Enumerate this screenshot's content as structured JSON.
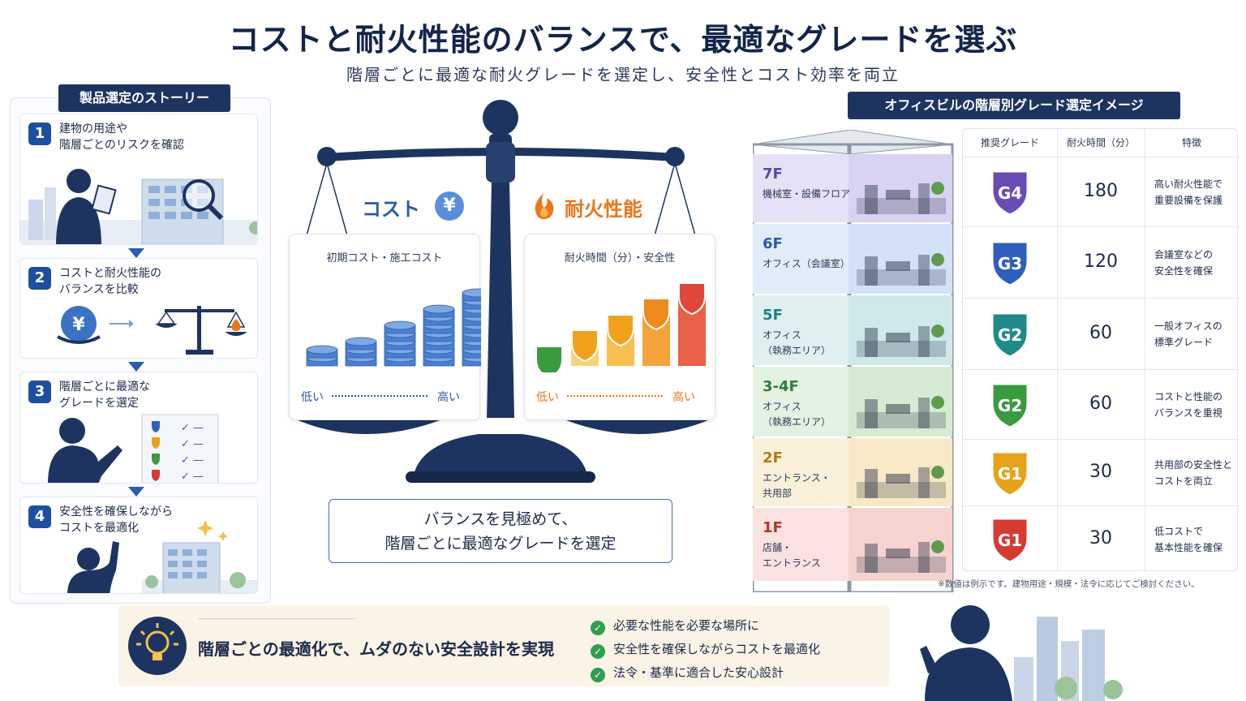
{
  "header": {
    "title": "コストと耐火性能のバランスで、最適なグレードを選ぶ",
    "subtitle": "階層ごとに最適な耐火グレードを選定し、安全性とコスト効率を両立"
  },
  "story": {
    "title": "製品選定のストーリー",
    "steps": [
      {
        "num": "1",
        "line1": "建物の用途や",
        "line2": "階層ごとのリスクを確認"
      },
      {
        "num": "2",
        "line1": "コストと耐火性能の",
        "line2": "バランスを比較"
      },
      {
        "num": "3",
        "line1": "階層ごとに最適な",
        "line2": "グレードを選定"
      },
      {
        "num": "4",
        "line1": "安全性を確保しながら",
        "line2": "コストを最適化"
      }
    ],
    "yen_symbol": "¥"
  },
  "scale": {
    "cost_label": "コスト",
    "cost_symbol": "¥",
    "fire_label": "耐火性能",
    "cost_card": {
      "title": "初期コスト・施工コスト",
      "low": "低い",
      "high": "高い",
      "stacks": [
        2,
        3,
        5,
        7,
        9
      ]
    },
    "fire_card": {
      "title": "耐火時間（分）・安全性",
      "low": "低い",
      "high": "高い",
      "levels": [
        0.2,
        0.35,
        0.5,
        0.65,
        0.8
      ]
    },
    "message_line1": "バランスを見極めて、",
    "message_line2": "階層ごとに最適なグレードを選定"
  },
  "building": {
    "title": "オフィスビルの階層別グレード選定イメージ",
    "floors": [
      {
        "label": "7F",
        "desc1": "機械室・設備フロア",
        "desc2": "",
        "color": "#d9d2f2",
        "label_color": "#5a4aa8"
      },
      {
        "label": "6F",
        "desc1": "オフィス（会議室）",
        "desc2": "",
        "color": "#d3e2f6",
        "label_color": "#2d5aa8"
      },
      {
        "label": "5F",
        "desc1": "オフィス",
        "desc2": "（執務エリア）",
        "color": "#cfe9ea",
        "label_color": "#217f86"
      },
      {
        "label": "3-4F",
        "desc1": "オフィス",
        "desc2": "（執務エリア）",
        "color": "#d5ecd3",
        "label_color": "#2f7d3a"
      },
      {
        "label": "2F",
        "desc1": "エントランス・",
        "desc2": "共用部",
        "color": "#f8e8c6",
        "label_color": "#b27a12"
      },
      {
        "label": "1F",
        "desc1": "店舗・",
        "desc2": "エントランス",
        "color": "#f7d3d0",
        "label_color": "#b8322b"
      }
    ]
  },
  "grades": {
    "headers": [
      "推奨グレード",
      "耐火時間（分）",
      "特徴"
    ],
    "rows": [
      {
        "grade": "G4",
        "time": "180",
        "feat1": "高い耐火性能で",
        "feat2": "重要設備を保護",
        "color": "#6a4bb4"
      },
      {
        "grade": "G3",
        "time": "120",
        "feat1": "会議室などの",
        "feat2": "安全性を確保",
        "color": "#2e5fbf"
      },
      {
        "grade": "G2",
        "time": "60",
        "feat1": "一般オフィスの",
        "feat2": "標準グレード",
        "color": "#1f8a8a"
      },
      {
        "grade": "G2",
        "time": "60",
        "feat1": "コストと性能の",
        "feat2": "バランスを重視",
        "color": "#3a9a3f"
      },
      {
        "grade": "G1",
        "time": "30",
        "feat1": "共用部の安全性と",
        "feat2": "コストを両立",
        "color": "#e6a21a"
      },
      {
        "grade": "G1",
        "time": "30",
        "feat1": "低コストで",
        "feat2": "基本性能を確保",
        "color": "#d63b32"
      }
    ],
    "note": "※数値は例示です。建物用途・規模・法令に応じてご検討ください。"
  },
  "bottom": {
    "main": "階層ごとの最適化で、ムダのない安全設計を実現",
    "checks": [
      "必要な性能を必要な場所に",
      "安全性を確保しながらコストを最適化",
      "法令・基準に適合した安心設計"
    ]
  },
  "colors": {
    "navy": "#1d3461",
    "cost_blue": "#2d5aa8",
    "fire_orange": "#e8761c"
  }
}
